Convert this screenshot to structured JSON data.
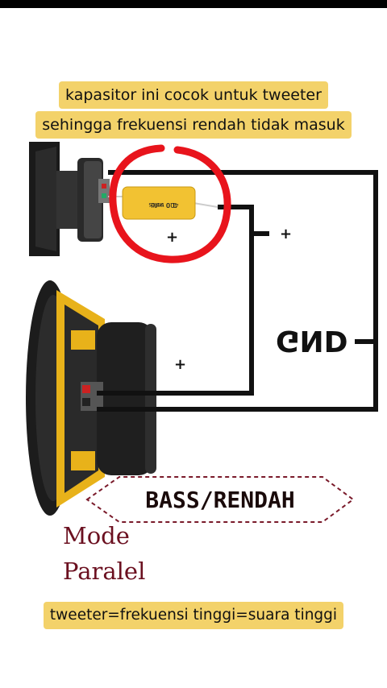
{
  "captions": {
    "line1": "kapasitor ini cocok untuk tweeter",
    "line2": "sehingga frekuensi rendah tidak masuk",
    "bottom": "tweeter=frekuensi tinggi=suara tinggi"
  },
  "capacitor": {
    "value": "1.0 mfd",
    "voltage": "400 volts"
  },
  "labels": {
    "plus": "+",
    "gnd": "GND",
    "bass": "BASS/RENDAH",
    "mode_line1": "Mode",
    "mode_line2": "Paralel"
  },
  "colors": {
    "caption_bg": "#f3d26a",
    "highlight_circle": "#e8141c",
    "capacitor_body": "#f2c232",
    "woofer_frame": "#e8b21a",
    "mode_text": "#6b1020",
    "wire": "#111111"
  }
}
